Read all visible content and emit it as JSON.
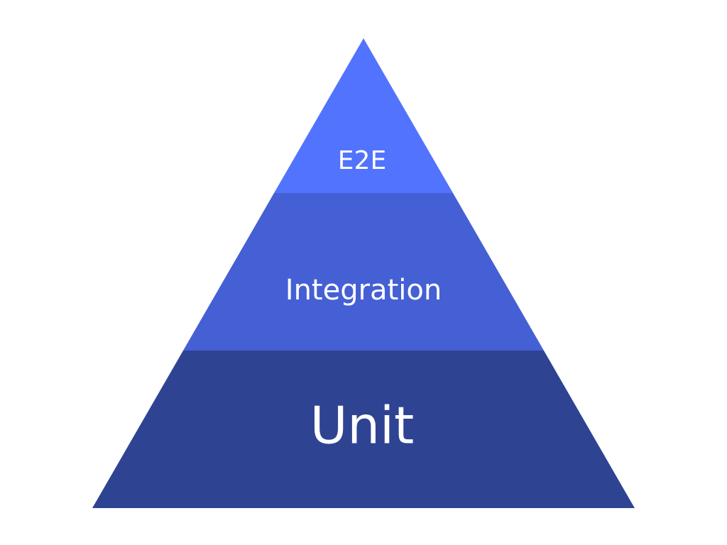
{
  "pyramid": {
    "tiers": [
      {
        "label": "E2E",
        "color": "#5273fd"
      },
      {
        "label": "Integration",
        "color": "#4560d4"
      },
      {
        "label": "Unit",
        "color": "#2f4393"
      }
    ]
  }
}
